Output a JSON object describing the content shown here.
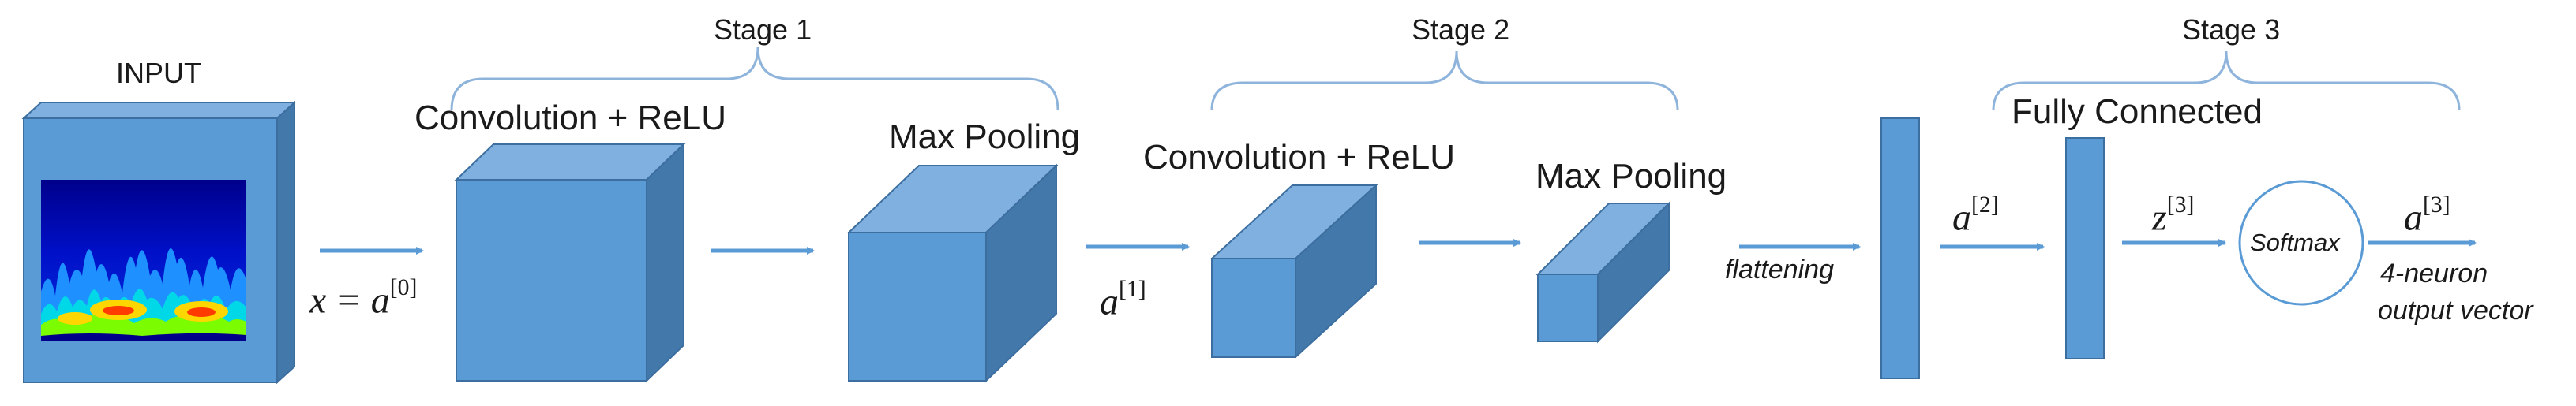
{
  "labels": {
    "input": "INPUT",
    "stage1": "Stage 1",
    "stage2": "Stage 2",
    "stage3": "Stage 3",
    "conv1": "Convolution + ReLU",
    "pool1": "Max Pooling",
    "conv2": "Convolution + ReLU",
    "pool2": "Max Pooling",
    "fc": "Fully Connected",
    "flattening": "flattening",
    "softmax": "Softmax",
    "output_line1": "4-neuron",
    "output_line2": "output vector"
  },
  "math": {
    "x_eq": "x = a",
    "sup0": "[0]",
    "a": "a",
    "sup1": "[1]",
    "sup2": "[2]",
    "z": "z",
    "sup3": "[3]",
    "sup3b": "[3]"
  },
  "colors": {
    "front": "#5b9bd5",
    "top": "#7fb0e0",
    "side": "#4378aa",
    "edge": "#3c6e9f",
    "arrow": "#5b9bd5",
    "brace": "#8fb4dc"
  }
}
